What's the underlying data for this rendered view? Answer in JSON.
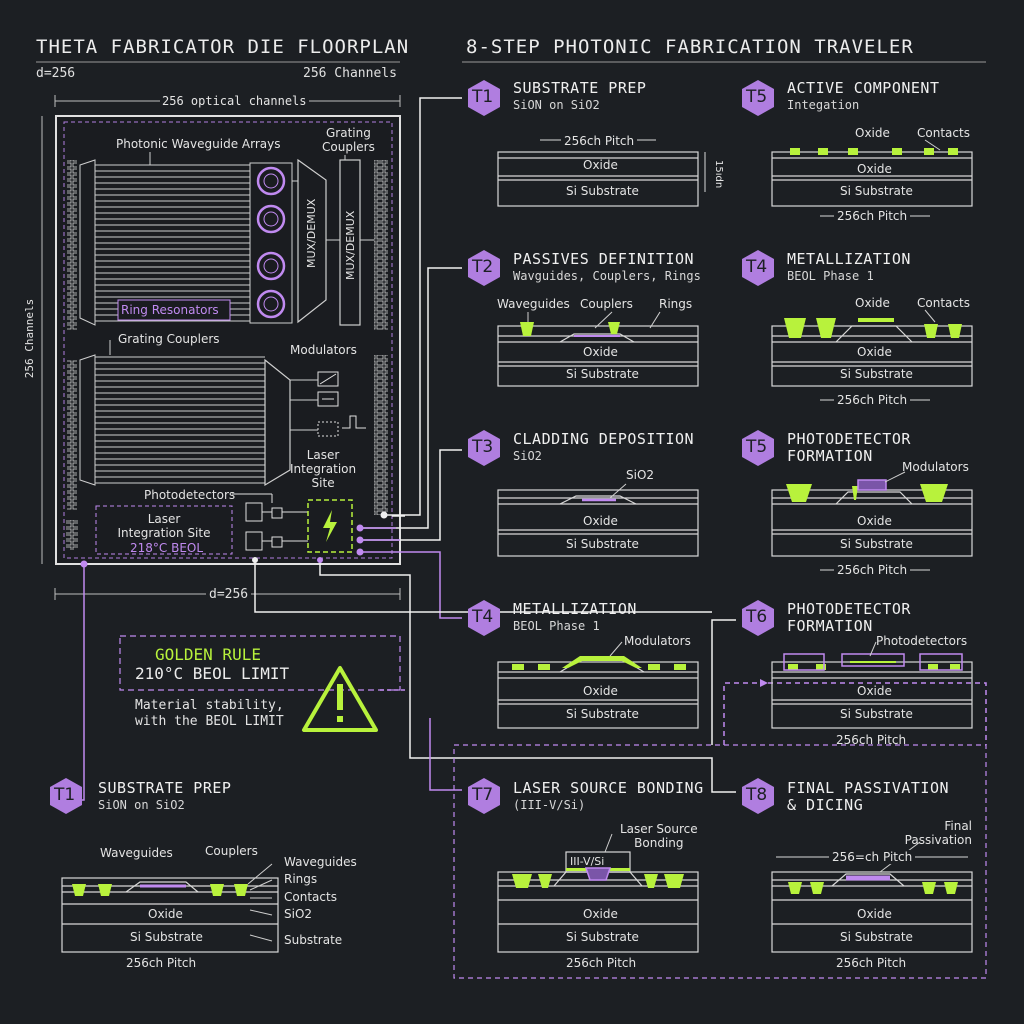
{
  "floorplan": {
    "title": "THETA FABRICATOR DIE FLOORPLAN",
    "d_label": "d=256",
    "channels_label": "256 Channels",
    "optical_channels": "256 optical channels",
    "side_channels": "256 Channels",
    "bottom_d": "d=256",
    "labels": {
      "waveguide_arrays": "Photonic Waveguide Arrays",
      "grating_couplers_top": "Grating\nCouplers",
      "ring_resonators": "Ring Resonators",
      "grating_couplers": "Grating Couplers",
      "modulators": "Modulators",
      "laser_site": "Laser\nIntegration\nSite",
      "photodetectors": "Photodetectors",
      "laser_box": "Laser\nIntegration Site",
      "laser_box_temp": "218°C BEOL",
      "mux1": "MUX/DEMUX",
      "mux2": "MUX/DEMUX"
    }
  },
  "golden_rule": {
    "title": "GOLDEN RULE",
    "limit": "210°C BEOL LIMIT",
    "note": "Material stability,\nwith the BEOL LIMIT"
  },
  "traveler": {
    "title": "8-STEP PHOTONIC FABRICATION TRAVELER",
    "steps": [
      {
        "badge": "T1",
        "title": "SUBSTRATE PREP",
        "sub": "SiON on SiO2",
        "layers": [
          "Oxide",
          "Si Substrate"
        ],
        "top_label": "256ch Pitch",
        "side_label": "15ıdn"
      },
      {
        "badge": "T5",
        "title": "ACTIVE COMPONENT",
        "sub": "Integation",
        "layers": [
          "Oxide",
          "Si Substrate"
        ],
        "callouts": [
          "Oxide",
          "Contacts"
        ],
        "bottom_label": "256ch Pitch"
      },
      {
        "badge": "T2",
        "title": "PASSIVES DEFINITION",
        "sub": "Wavguides, Couplers, Rings",
        "layers": [
          "Oxide",
          "Si Substrate"
        ],
        "callouts": [
          "Waveguides",
          "Couplers",
          "Rings"
        ]
      },
      {
        "badge": "T4",
        "title": "METALLIZATION",
        "sub": "BEOL Phase 1",
        "layers": [
          "Oxide",
          "Si Substrate"
        ],
        "callouts": [
          "Oxide",
          "Contacts"
        ],
        "bottom_label": "256ch Pitch"
      },
      {
        "badge": "T3",
        "title": "CLADDING DEPOSITION",
        "sub": "SiO2",
        "layers": [
          "Oxide",
          "Si Substrate"
        ],
        "callouts": [
          "SiO2"
        ]
      },
      {
        "badge": "T5",
        "title": "PHOTODETECTOR\nFORMATION",
        "sub": "",
        "layers": [
          "Oxide",
          "Si Substrate"
        ],
        "callouts": [
          "Modulators"
        ],
        "bottom_label": "256ch Pitch"
      },
      {
        "badge": "T4",
        "title": "METALLIZATION",
        "sub": "BEOL Phase 1",
        "layers": [
          "Oxide",
          "Si Substrate"
        ],
        "callouts": [
          "Modulators"
        ]
      },
      {
        "badge": "T6",
        "title": "PHOTODETECTOR\nFORMATION",
        "sub": "",
        "layers": [
          "Oxide",
          "Si Substrate"
        ],
        "callouts": [
          "Photodetectors"
        ],
        "bottom_label": "256ch Pitch"
      },
      {
        "badge": "T7",
        "title": "LASER SOURCE BONDING",
        "sub": "(III-V/Si)",
        "layers": [
          "Oxide",
          "Si Substrate"
        ],
        "callouts": [
          "Laser Source\nBonding",
          "III-V/Si"
        ],
        "bottom_label": "256ch Pitch"
      },
      {
        "badge": "T8",
        "title": "FINAL PASSIVATION\n& DICING",
        "sub": "",
        "layers": [
          "Oxide",
          "Si Substrate"
        ],
        "callouts": [
          "Final\nPassivation",
          "256=ch Pitch"
        ],
        "bottom_label": "256ch Pitch"
      }
    ]
  },
  "bottom_step": {
    "badge": "T1",
    "title": "SUBSTRATE PREP",
    "sub": "SiON on SiO2",
    "layers": [
      "Oxide",
      "Si Substrate"
    ],
    "callouts_top": [
      "Waveguides",
      "Couplers"
    ],
    "callouts_right": [
      "Waveguides",
      "Rings",
      "Contacts",
      "SiO2",
      "Substrate"
    ],
    "bottom_label": "256ch Pitch"
  },
  "colors": {
    "accent": "#c08af0",
    "green": "#b8f23c",
    "bg": "#1c1f23",
    "line": "#d8d8d8"
  }
}
